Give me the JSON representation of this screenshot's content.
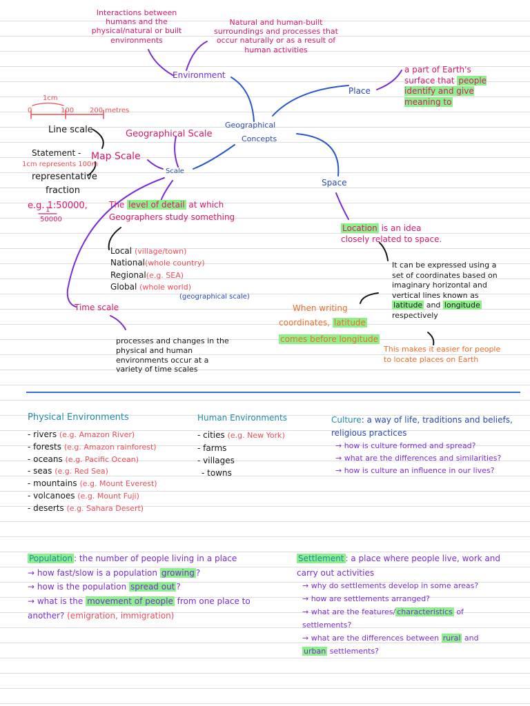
{
  "concept_map": {
    "interactions": "Interactions between humans and the physical/natural or built environments",
    "natural_human": "Natural and human-built surroundings and processes that occur naturally or as a result of human activities",
    "environment": "Environment",
    "place": "Place",
    "place_def_pre": "a part of Earth's surface that ",
    "place_def_hl": "people identify and give meaning to",
    "geo_concepts_1": "Geographical",
    "geo_concepts_2": "Concepts",
    "scale": "Scale",
    "space": "Space",
    "time_scale": "Time scale",
    "geo_scale": "Geographical Scale",
    "map_scale": "Map Scale",
    "line_scale": "Line scale",
    "statement": "Statement -",
    "statement_example": "1cm represents 100m",
    "representative_fraction_1": "representative",
    "representative_fraction_2": "fraction",
    "rf_example": "e.g. 1:50000,",
    "rf_fraction_top": "1",
    "rf_fraction_bottom": "50000",
    "scale_bar_label": "1cm",
    "scale_bar_ticks": [
      "0",
      "100",
      "200 metres"
    ],
    "level_detail_pre": "The ",
    "level_detail_hl": "level of detail",
    "level_detail_post": " at which",
    "level_detail_line2": "Geographers study something",
    "scales": [
      {
        "name": "Local",
        "example": "(village/town)"
      },
      {
        "name": "National",
        "example": "(whole country)"
      },
      {
        "name": "Regional",
        "example": "(e.g. SEA)"
      },
      {
        "name": "Global",
        "example": "(whole world)"
      }
    ],
    "geo_scales_note": "(geographical scale)",
    "time_scale_desc": "processes and changes in the physical and human environments occur at a variety of time scales",
    "location_hl": "Location",
    "location_post": " is an idea closely related to space.",
    "coords_desc_1": "It can be expressed using a set of coordinates based on imaginary horizontal and vertical lines known as ",
    "coords_hl_1": "latitude",
    "coords_desc_2": " and ",
    "coords_hl_2": "longitude",
    "coords_desc_3": " respectively",
    "writing_coords_1": "When writing",
    "writing_coords_2": "coordinates, ",
    "writing_coords_hl_1": "latitude",
    "writing_coords_hl_2": "comes before longitude",
    "easier_note": "This makes it easier for people to locate places on Earth"
  },
  "physical": {
    "title": "Physical Environments",
    "items": [
      {
        "name": "- rivers",
        "example": "(e.g. Amazon River)"
      },
      {
        "name": "- forests",
        "example": "(e.g. Amazon rainforest)"
      },
      {
        "name": "- oceans",
        "example": "(e.g. Pacific Ocean)"
      },
      {
        "name": "- seas",
        "example": "(e.g. Red Sea)"
      },
      {
        "name": "- mountains",
        "example": "(e.g. Mount Everest)"
      },
      {
        "name": "- volcanoes",
        "example": "(e.g. Mount Fuji)"
      },
      {
        "name": "- deserts",
        "example": "(e.g. Sahara Desert)"
      }
    ]
  },
  "human": {
    "title": "Human Environments",
    "items": [
      {
        "name": "- cities",
        "example": "(e.g. New York)"
      },
      {
        "name": "- farms",
        "example": ""
      },
      {
        "name": "- villages",
        "example": ""
      },
      {
        "name": "- towns",
        "example": ""
      }
    ]
  },
  "culture": {
    "title_pre": "Culture",
    "title_post": ": a way of life, traditions and beliefs, religious practices",
    "questions": [
      "→ how is culture formed and spread?",
      "→ what are the differences and similarities?",
      "→ how is culture an influence in our lives?"
    ]
  },
  "population": {
    "title": "Population",
    "def": ": the number of people living in a place",
    "q1_pre": "→ how fast/slow is a population ",
    "q1_hl": "growing",
    "q1_post": "?",
    "q2_pre": "→ how is the population ",
    "q2_hl": "spread out",
    "q2_post": "?",
    "q3_pre": "→ what is the ",
    "q3_hl": "movement of people",
    "q3_post": " from one place to another? ",
    "q3_example": "(emigration, immigration)"
  },
  "settlement": {
    "title": "Settlement",
    "def": ": a place where people live, work and carry out activities",
    "q1": "→ why do settlements develop in some areas?",
    "q2": "→ how are settlements arranged?",
    "q3_pre": "→ what are the features/",
    "q3_hl": "characteristics",
    "q3_post": " of settlements?",
    "q4_pre": "→ what are the differences between ",
    "q4_hl1": "rural",
    "q4_mid": " and ",
    "q4_hl2": "urban",
    "q4_post": " settlements?"
  }
}
